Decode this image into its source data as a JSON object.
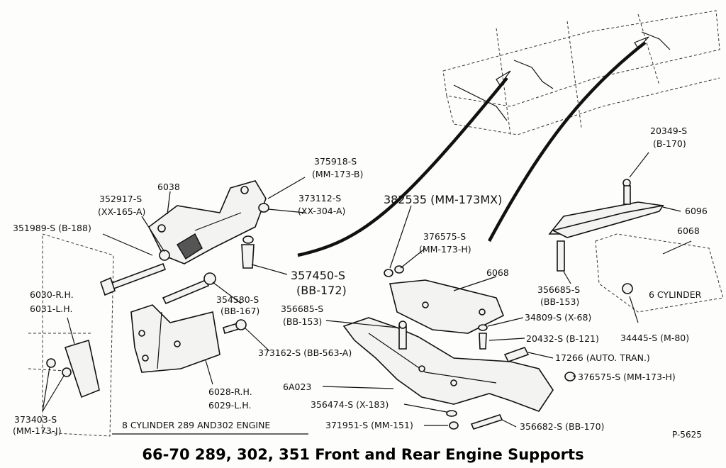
{
  "title": "66-70 289, 302, 351 Front and Rear Engine Supports",
  "plate_number": "P-5625",
  "engine_caption": "8 CYLINDER 289 AND302 ENGINE",
  "cylinder_caption": "6 CYLINDER",
  "labels": {
    "l6038": "6038",
    "l375918a": "375918-S",
    "l375918b": "(MM-173-B)",
    "l352917a": "352917-S",
    "l352917b": "(XX-165-A)",
    "l373112a": "373112-S",
    "l373112b": "(XX-304-A)",
    "l351989": "351989-S (B-188)",
    "l382535": "382535 (MM-173MX)",
    "l376575a": "376575-S",
    "l376575b": "(MM-173-H)",
    "l357450a": "357450-S",
    "l357450b": "(BB-172)",
    "l6030": "6030-R.H.",
    "l6031": "6031-L.H.",
    "l354580a": "354580-S",
    "l354580b": "(BB-167)",
    "l373162": "373162-S (BB-563-A)",
    "l6028": "6028-R.H.",
    "l6029": "6029-L.H.",
    "l373403a": "373403-S",
    "l373403b": "(MM-173-J)",
    "l6068a": "6068",
    "l356685a": "356685-S",
    "l356685b": "(BB-153)",
    "l34809": "34809-S (X-68)",
    "l20432": "20432-S (B-121)",
    "l17266": "17266 (AUTO. TRAN.)",
    "l6a023": "6A023",
    "l376575h": "376575-S (MM-173-H)",
    "l356474": "356474-S (X-183)",
    "l371951": "371951-S (MM-151)",
    "l356682": "356682-S (BB-170)",
    "l20349a": "20349-S",
    "l20349b": "(B-170)",
    "l6096": "6096",
    "l6068b": "6068",
    "l356685c": "356685-S",
    "l356685d": "(BB-153)",
    "l34445": "34445-S (M-80)"
  }
}
